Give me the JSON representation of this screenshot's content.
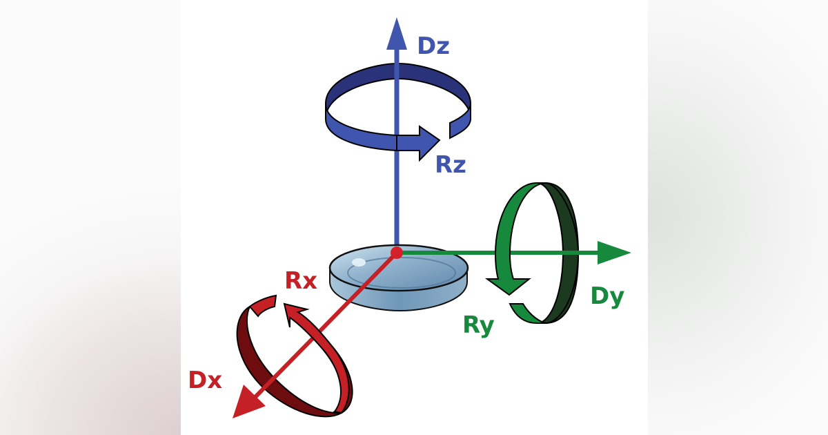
{
  "diagram": {
    "labels": {
      "dz": "Dz",
      "rz": "Rz",
      "dy": "Dy",
      "ry": "Ry",
      "dx": "Dx",
      "rx": "Rx"
    },
    "colors": {
      "z_axis": "#3f55ae",
      "z_ring_dark": "#2a3279",
      "y_axis": "#17893c",
      "y_ring_dark": "#1c3a20",
      "x_axis": "#c42026",
      "x_ring_dark": "#6d0d10",
      "origin": "#d3202a",
      "lens": "#8fb1cc"
    },
    "icons": [
      "translation-arrow-icon",
      "rotation-arrow-icon",
      "lens-icon"
    ]
  }
}
